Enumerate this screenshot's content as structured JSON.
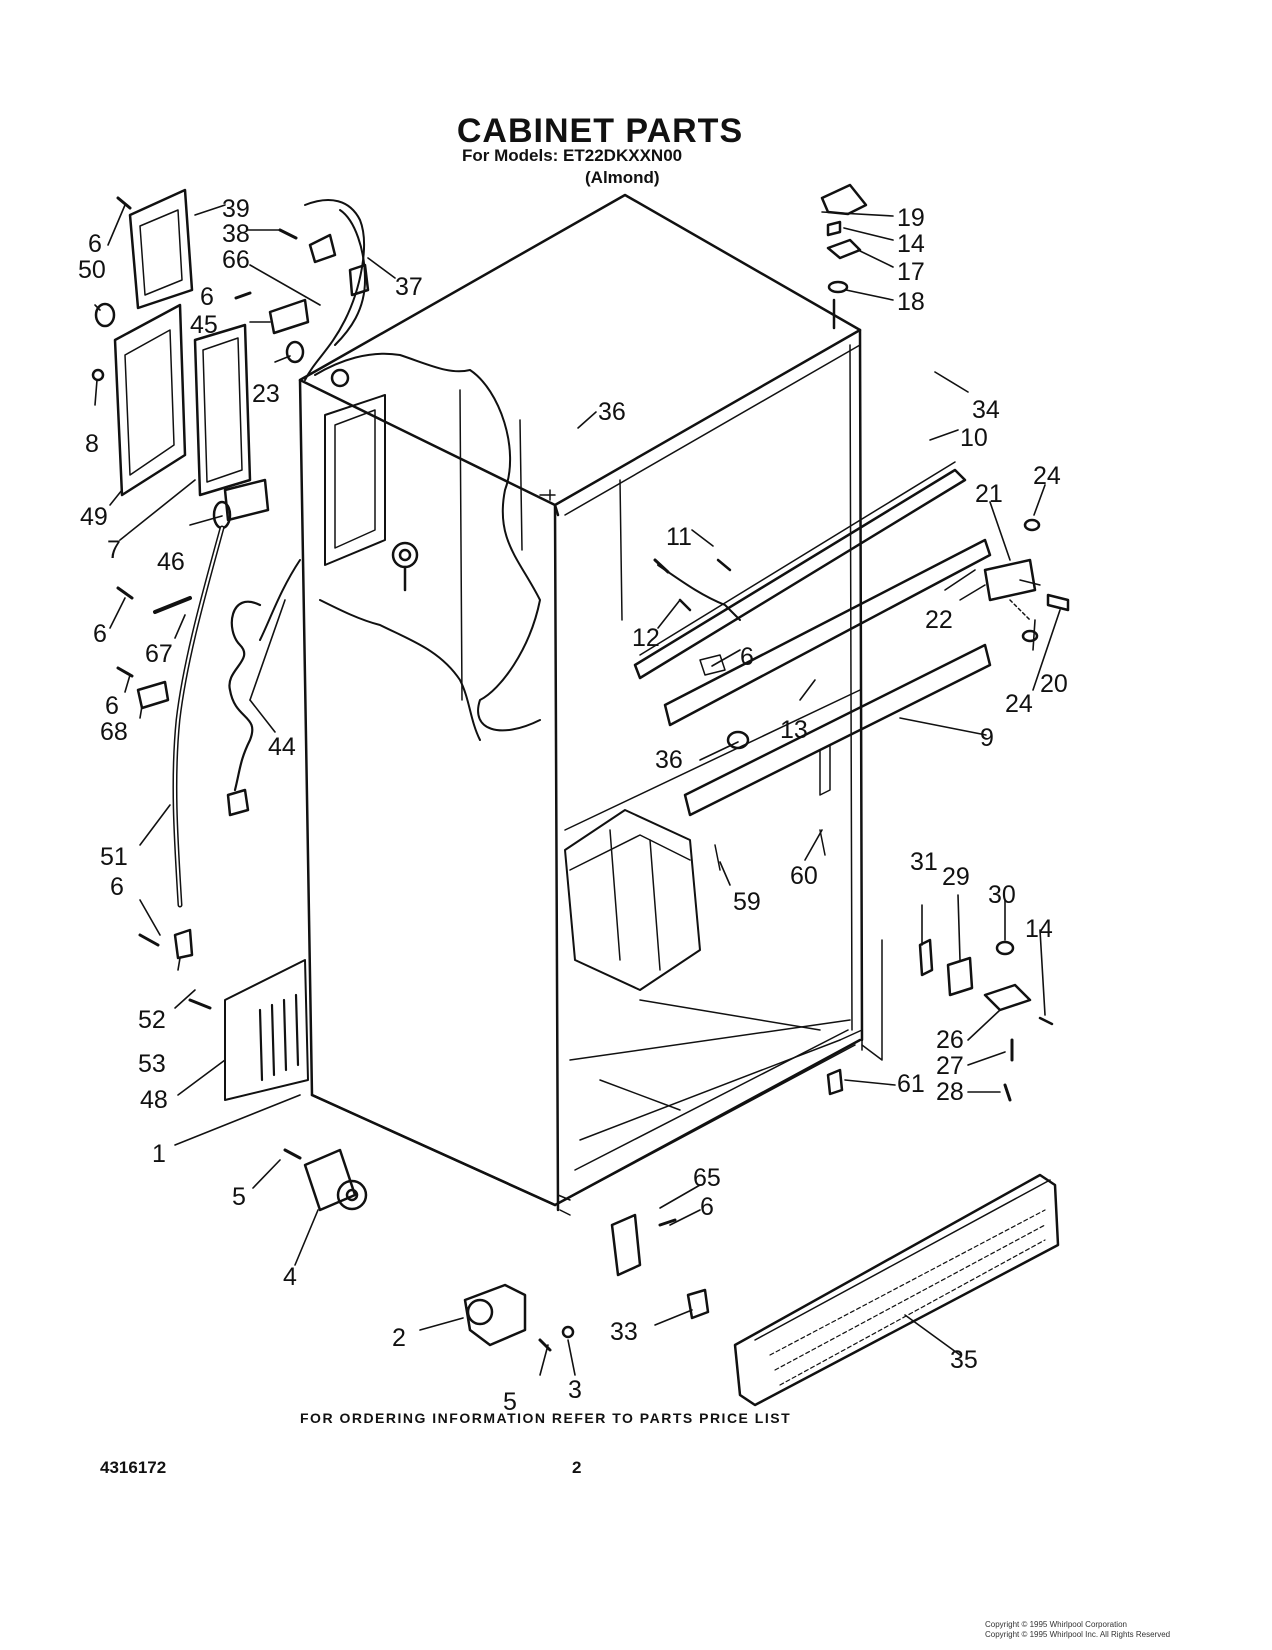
{
  "title": "CABINET PARTS",
  "models_line": "For Models: ET22DKXXN00",
  "color_line": "(Almond)",
  "footer_note": "FOR ORDERING INFORMATION REFER TO PARTS PRICE LIST",
  "doc_number": "4316172",
  "page_number": "2",
  "copyright": [
    "Copyright © 1995 Whirlpool Corporation",
    "Copyright © 1995 Whirlpool Inc. All Rights Reserved"
  ],
  "part_labels": {
    "p1": "1",
    "p2": "2",
    "p3": "3",
    "p4": "4",
    "p5a": "5",
    "p5b": "5",
    "p6a": "6",
    "p6b": "6",
    "p6c": "6",
    "p6d": "6",
    "p6e": "6",
    "p6f": "6",
    "p6g": "6",
    "p7": "7",
    "p8": "8",
    "p9": "9",
    "p10": "10",
    "p11": "11",
    "p12": "12",
    "p13": "13",
    "p14a": "14",
    "p14b": "14",
    "p17": "17",
    "p18": "18",
    "p19": "19",
    "p20": "20",
    "p21": "21",
    "p22": "22",
    "p23": "23",
    "p24a": "24",
    "p24b": "24",
    "p26": "26",
    "p27": "27",
    "p28": "28",
    "p29": "29",
    "p30": "30",
    "p31": "31",
    "p33": "33",
    "p34": "34",
    "p35": "35",
    "p36a": "36",
    "p36b": "36",
    "p37": "37",
    "p38": "38",
    "p39": "39",
    "p44": "44",
    "p45": "45",
    "p46": "46",
    "p48": "48",
    "p49": "49",
    "p50": "50",
    "p51": "51",
    "p52": "52",
    "p53": "53",
    "p59": "59",
    "p60": "60",
    "p61": "61",
    "p65": "65",
    "p66": "66",
    "p67": "67",
    "p68": "68"
  }
}
